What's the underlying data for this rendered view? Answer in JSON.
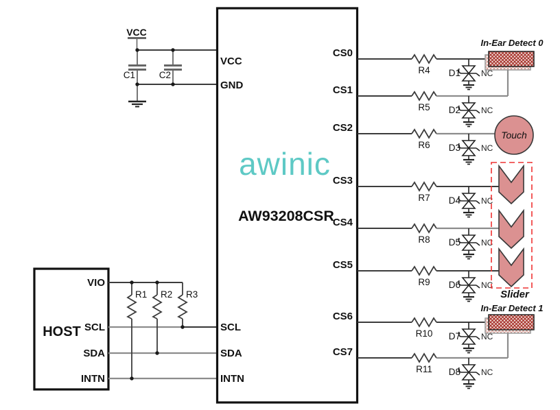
{
  "power": {
    "supply": "VCC",
    "c1": "C1",
    "c2": "C2"
  },
  "host": {
    "title": "HOST",
    "vio": "VIO",
    "scl": "SCL",
    "sda": "SDA",
    "intn": "INTN"
  },
  "pullups": {
    "r1": "R1",
    "r2": "R2",
    "r3": "R3"
  },
  "ic": {
    "logo": "awinic",
    "part": "AW93208CSR",
    "vcc": "VCC",
    "gnd": "GND",
    "scl": "SCL",
    "sda": "SDA",
    "intn": "INTN"
  },
  "channels": [
    {
      "cs": "CS0",
      "r": "R4",
      "d": "D1",
      "nc": "NC"
    },
    {
      "cs": "CS1",
      "r": "R5",
      "d": "D2",
      "nc": "NC"
    },
    {
      "cs": "CS2",
      "r": "R6",
      "d": "D3",
      "nc": "NC"
    },
    {
      "cs": "CS3",
      "r": "R7",
      "d": "D4",
      "nc": "NC"
    },
    {
      "cs": "CS4",
      "r": "R8",
      "d": "D5",
      "nc": "NC"
    },
    {
      "cs": "CS5",
      "r": "R9",
      "d": "D6",
      "nc": "NC"
    },
    {
      "cs": "CS6",
      "r": "R10",
      "d": "D7",
      "nc": "NC"
    },
    {
      "cs": "CS7",
      "r": "R11",
      "d": "D8",
      "nc": "NC"
    }
  ],
  "peripherals": {
    "in_ear_0": "In-Ear Detect 0",
    "touch": "Touch",
    "slider": "Slider",
    "in_ear_1": "In-Ear Detect 1"
  },
  "colors": {
    "wire": "#3c3c3c",
    "wire_gray": "#8c8c8c",
    "logo_teal": "#5ec9c5",
    "sensor_fill": "#db9191",
    "pad_hatch": "#a63029",
    "pad_hatch_light": "#d59b92",
    "slider_outline": "#ee3232"
  }
}
